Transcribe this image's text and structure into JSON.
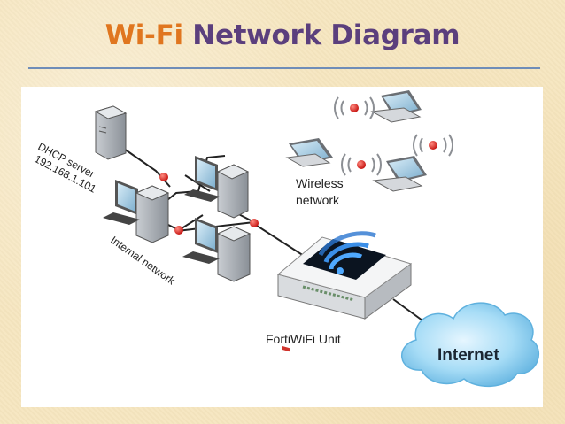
{
  "title": {
    "part1": "Wi-Fi",
    "part2": "Network Diagram"
  },
  "diagram": {
    "dhcp_server": {
      "label": "DHCP server",
      "ip": "192.168.1.101"
    },
    "internal_network": "Internal network",
    "wireless_network": {
      "line1": "Wireless",
      "line2": "network"
    },
    "forti_unit": "FortiWiFi Unit",
    "internet": "Internet"
  },
  "colors": {
    "title_accent": "#e0761f",
    "title_main": "#5b3f7d",
    "rule": "#6f8db8",
    "node_dot": "#e8201c",
    "cloud": "#8fd0f0"
  }
}
